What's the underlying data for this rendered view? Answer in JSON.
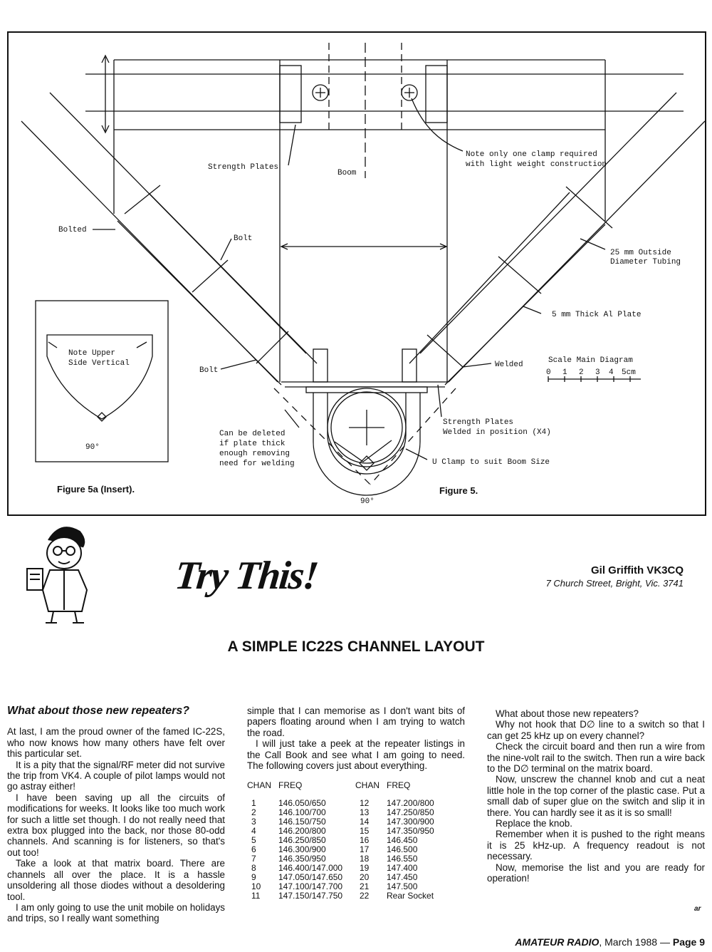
{
  "figure": {
    "labels": {
      "strength_plates_top": "Strength Plates",
      "boom": "Boom",
      "clamp_note_1": "Note only one clamp required",
      "clamp_note_2": "with light weight construction",
      "bolted": "Bolted",
      "bolt_upper": "Bolt",
      "bolt_lower": "Bolt",
      "tubing_1": "25 mm Outside",
      "tubing_2": "Diameter Tubing",
      "plate": "5 mm Thick Al Plate",
      "scale_title": "Scale Main Diagram",
      "scale_ticks": [
        "0",
        "1",
        "2",
        "3",
        "4",
        "5cm"
      ],
      "welded": "Welded",
      "strength_plates_bottom_1": "Strength Plates",
      "strength_plates_bottom_2": "Welded in position (X4)",
      "u_clamp": "U Clamp to suit Boom Size",
      "deleted_1": "Can be deleted",
      "deleted_2": "if plate thick",
      "deleted_3": "enough removing",
      "deleted_4": "need for welding",
      "angle_main": "90°",
      "insert_note_1": "Note Upper",
      "insert_note_2": "Side Vertical",
      "insert_angle": "90°",
      "caption_insert": "Figure 5a (Insert).",
      "caption_main": "Figure 5."
    }
  },
  "article": {
    "title": "Try This!",
    "author": "Gil Griffith VK3CQ",
    "address": "7 Church Street, Bright, Vic. 3741",
    "headline": "A SIMPLE IC22S CHANNEL LAYOUT",
    "col1": {
      "heading": "What about those new repeaters?",
      "p1": "At last, I am the proud owner of the famed IC-22S, who now knows how many others have felt over this particular set.",
      "p2": "It is a pity that the signal/RF meter did not survive the trip from VK4. A couple of pilot lamps would not go astray either!",
      "p3": "I have been saving up all the circuits of modifications for weeks. It looks like too much work for such a little set though. I do not really need that extra box plugged into the back, nor those 80-odd channels. And scanning is for listeners, so that's out too!",
      "p4": "Take a look at that matrix board. There are channels all over the place. It is a hassle unsoldering all those diodes without a desoldering tool.",
      "p5": "I am only going to use the unit mobile on holidays and trips, so I really want something"
    },
    "col2": {
      "p1": "simple that I can memorise as I don't want bits of papers floating around when I am trying to watch the road.",
      "p2": "I will just take a peek at the repeater listings in the Call Book and see what I am going to need. The following covers just about everything.",
      "table_headers": [
        "CHAN",
        "FREQ",
        "CHAN",
        "FREQ"
      ],
      "table_rows": [
        [
          "1",
          "146.050/650",
          "12",
          "147.200/800"
        ],
        [
          "2",
          "146.100/700",
          "13",
          "147.250/850"
        ],
        [
          "3",
          "146.150/750",
          "14",
          "147.300/900"
        ],
        [
          "4",
          "146.200/800",
          "15",
          "147.350/950"
        ],
        [
          "5",
          "146.250/850",
          "16",
          "146.450"
        ],
        [
          "6",
          "146.300/900",
          "17",
          "146.500"
        ],
        [
          "7",
          "146.350/950",
          "18",
          "146.550"
        ],
        [
          "8",
          "146.400/147.000",
          "19",
          "147.400"
        ],
        [
          "9",
          "147.050/147.650",
          "20",
          "147.450"
        ],
        [
          "10",
          "147.100/147.700",
          "21",
          "147.500"
        ],
        [
          "11",
          "147.150/147.750",
          "22",
          "Rear Socket"
        ]
      ]
    },
    "col3": {
      "p1": "What about those new repeaters?",
      "p2": "Why not hook that D∅ line to a switch so that I can get 25 kHz up on every channel?",
      "p3": "Check the circuit board and then run a wire from the nine-volt rail to the switch. Then run a wire back to the D∅ terminal on the matrix board.",
      "p4": "Now, unscrew the channel knob and cut a neat little hole in the top corner of the plastic case. Put a small dab of super glue on the switch and slip it in there. You can hardly see it as it is so small!",
      "p5": "Replace the knob.",
      "p6": "Remember when it is pushed to the right means it is 25 kHz-up. A frequency readout is not necessary.",
      "p7": "Now, memorise the list and you are ready for operation!"
    },
    "end_mark": "ar"
  },
  "footer": {
    "magazine": "AMATEUR RADIO",
    "date": ", March 1988 —",
    "page": "Page 9"
  }
}
